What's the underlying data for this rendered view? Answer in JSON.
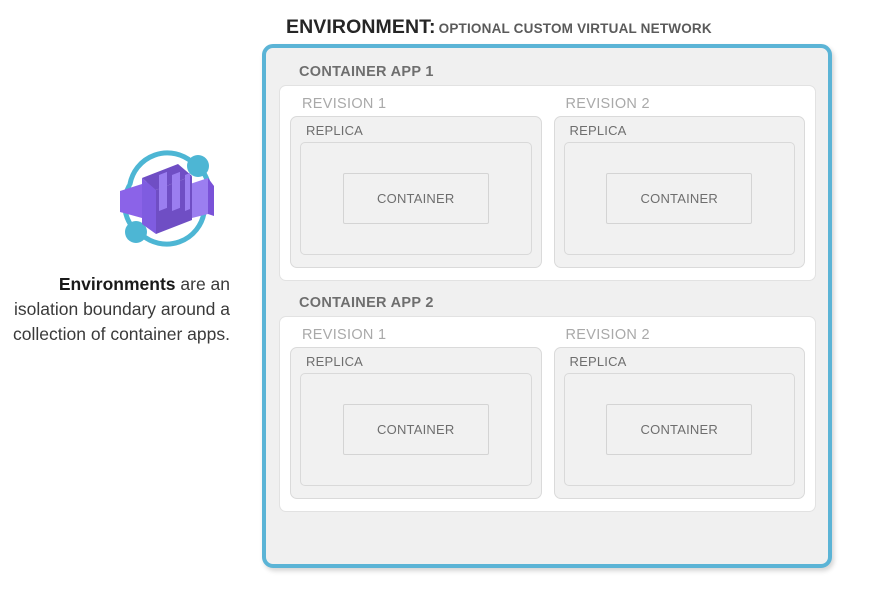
{
  "caption": {
    "bold_lead": "Environments",
    "rest": " are an isolation boundary around a collection of container apps."
  },
  "logo": {
    "name": "azure-container-apps-logo",
    "ring_color": "#4db6d4",
    "box_dark": "#6f4ec4",
    "box_mid": "#8c6ae0",
    "box_light": "#9b7ef0",
    "box_side": "#8b63e8"
  },
  "environment": {
    "header_main": "ENVIRONMENT:",
    "header_sub": "OPTIONAL CUSTOM VIRTUAL NETWORK",
    "border_color": "#5bb4d6",
    "background": "#f0f0f0",
    "apps": [
      {
        "label": "CONTAINER APP 1",
        "revisions": [
          {
            "label": "REVISION 1",
            "replica_label": "REPLICA",
            "container_label": "CONTAINER"
          },
          {
            "label": "REVISION 2",
            "replica_label": "REPLICA",
            "container_label": "CONTAINER"
          }
        ]
      },
      {
        "label": "CONTAINER APP 2",
        "revisions": [
          {
            "label": "REVISION 1",
            "replica_label": "REPLICA",
            "container_label": "CONTAINER"
          },
          {
            "label": "REVISION 2",
            "replica_label": "REPLICA",
            "container_label": "CONTAINER"
          }
        ]
      }
    ]
  }
}
